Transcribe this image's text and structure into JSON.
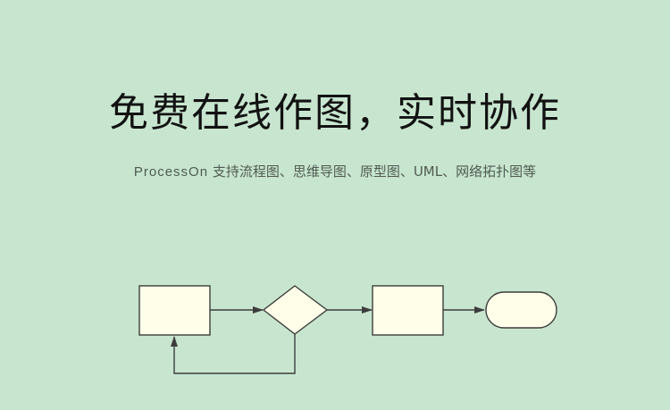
{
  "banner": {
    "headline": "免费在线作图，实时协作",
    "subtitle_brand": "ProcessOn",
    "subtitle_text": " 支持流程图、思维导图、原型图、UML、网络拓扑图等"
  },
  "colors": {
    "background": "#c8e6cf",
    "shape_fill": "#fefee9",
    "stroke": "#3d3d3d",
    "headline": "#121212",
    "subtitle": "#4f5a52"
  }
}
